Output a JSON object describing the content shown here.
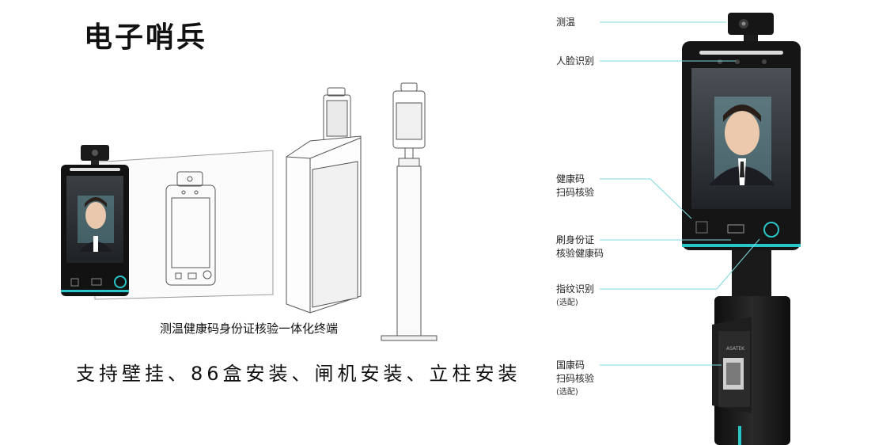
{
  "title": "电子哨兵",
  "caption": "测温健康码身份证核验一体化终端",
  "install_text": "支持壁挂、86盒安装、闸机安装、立柱安装",
  "brand_mark": "ASATEK",
  "labels": {
    "temp": "测温",
    "face": "人脸识别",
    "health_code_1": "健康码",
    "health_code_2": "扫码核验",
    "id_card_1": "刷身份证",
    "id_card_2": "核验健康码",
    "fingerprint": "指纹识别",
    "fingerprint_note": "(选配)",
    "national_code_1": "国康码",
    "national_code_2": "扫码核验",
    "national_code_note": "(选配)"
  },
  "colors": {
    "accent_cyan": "#29c6c9",
    "device_dark": "#141414",
    "label_line": "#7fd8df"
  }
}
